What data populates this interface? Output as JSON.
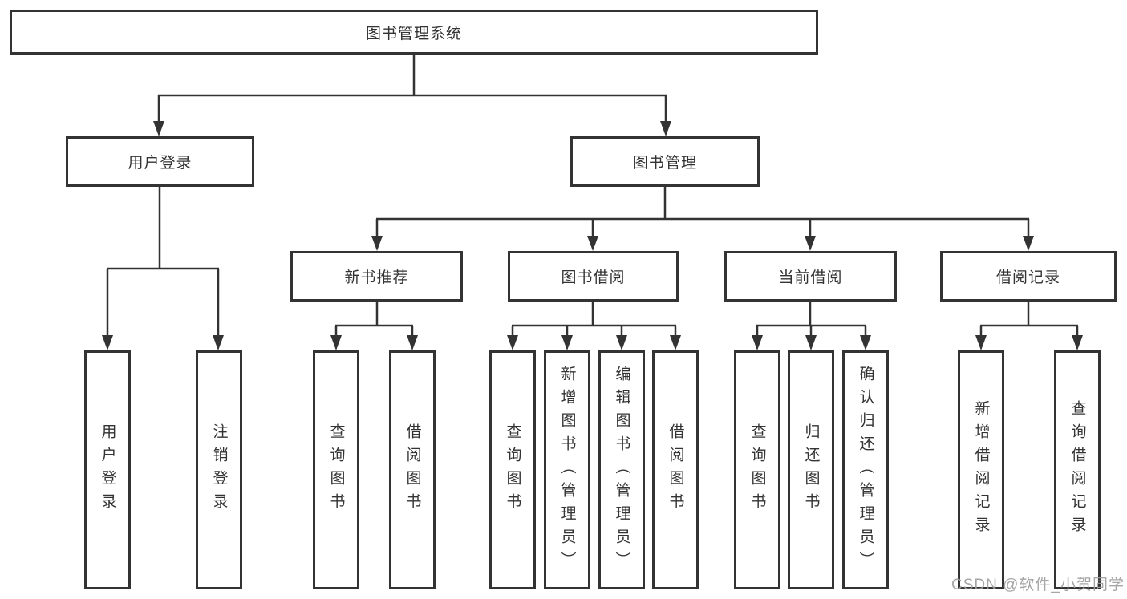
{
  "diagram": {
    "title": "图书管理系统",
    "root": {
      "label": "图书管理系统"
    },
    "branches": [
      {
        "label": "用户登录",
        "children": [
          {
            "label": "用户登录"
          },
          {
            "label": "注销登录"
          }
        ]
      },
      {
        "label": "图书管理",
        "groups": [
          {
            "label": "新书推荐",
            "children": [
              {
                "label": "查询图书"
              },
              {
                "label": "借阅图书"
              }
            ]
          },
          {
            "label": "图书借阅",
            "children": [
              {
                "label": "查询图书"
              },
              {
                "label": "新增图书（管理员）"
              },
              {
                "label": "编辑图书（管理员）"
              },
              {
                "label": "借阅图书"
              }
            ]
          },
          {
            "label": "当前借阅",
            "children": [
              {
                "label": "查询图书"
              },
              {
                "label": "归还图书"
              },
              {
                "label": "确认归还（管理员）"
              }
            ]
          },
          {
            "label": "借阅记录",
            "children": [
              {
                "label": "新增借阅记录"
              },
              {
                "label": "查询借阅记录"
              }
            ]
          }
        ]
      }
    ]
  },
  "watermark": {
    "text": "CSDN @软件_小贺同学"
  },
  "colors": {
    "line": "#333333",
    "border": "#333333",
    "text": "#333333",
    "background": "#ffffff",
    "watermark": "#9e9e9e"
  }
}
